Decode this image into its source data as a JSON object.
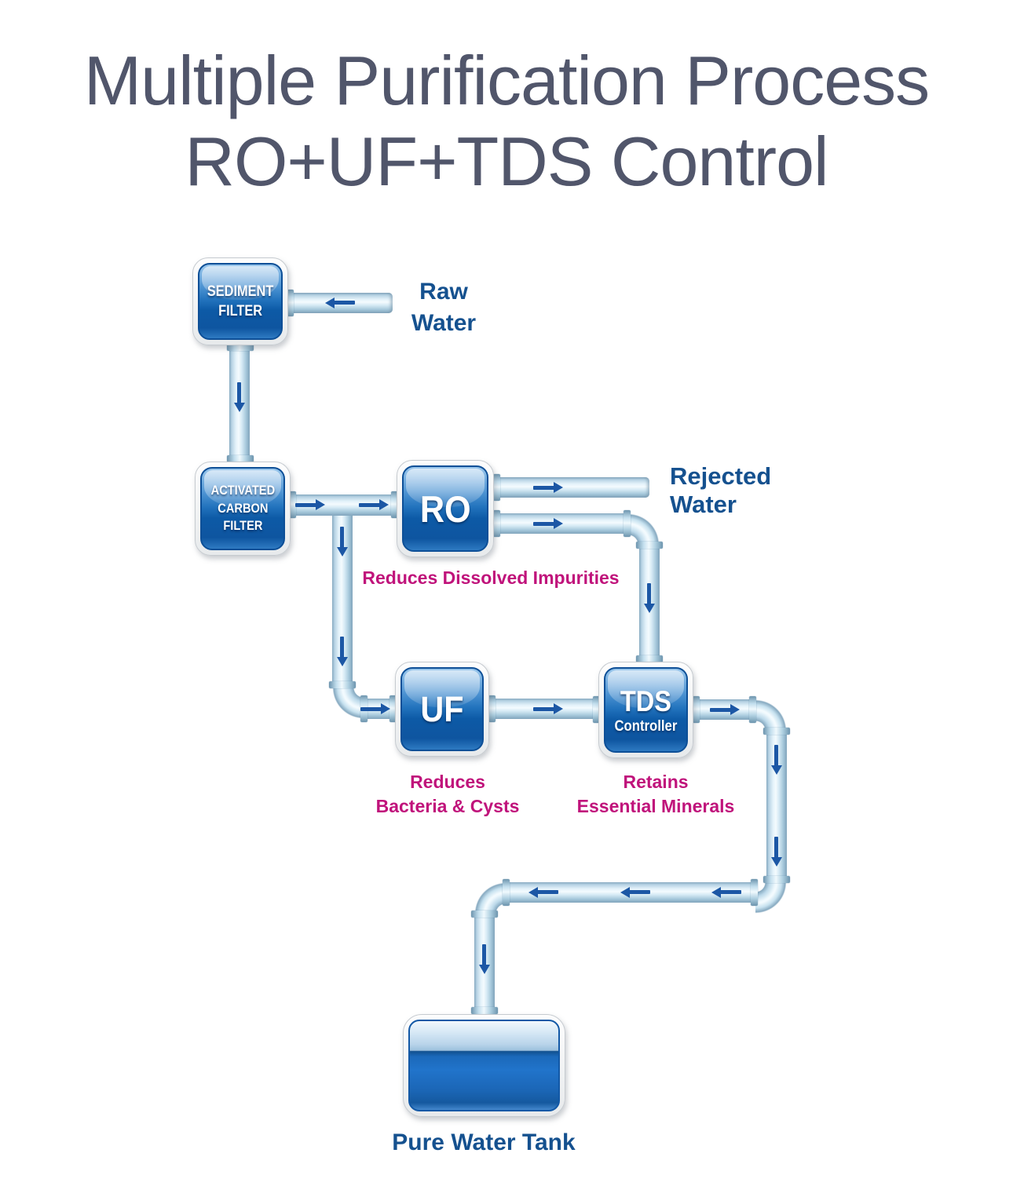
{
  "title": {
    "line1": "Multiple Purification Process",
    "line2": "RO+UF+TDS Control"
  },
  "labels": {
    "raw_water": {
      "line1": "Raw",
      "line2": "Water"
    },
    "rejected_water": {
      "line1": "Rejected",
      "line2": "Water"
    },
    "pure_water_tank": "Pure Water Tank"
  },
  "nodes": {
    "sediment": {
      "line1": "SEDIMENT",
      "line2": "FILTER"
    },
    "carbon": {
      "line1": "ACTIVATED",
      "line2": "CARBON",
      "line3": "FILTER"
    },
    "ro": {
      "label": "RO"
    },
    "uf": {
      "label": "UF"
    },
    "tds": {
      "line1": "TDS",
      "line2": "Controller"
    }
  },
  "captions": {
    "ro": "Reduces Dissolved Impurities",
    "uf": {
      "line1": "Reduces",
      "line2": "Bacteria & Cysts"
    },
    "tds": {
      "line1": "Retains",
      "line2": "Essential Minerals"
    }
  },
  "colors": {
    "title_text": "#51566b",
    "water_label_blue": "#15518f",
    "caption_magenta": "#c0137b",
    "arrow_navy": "#1c57a5",
    "box_blue_dark": "#0d5aa6",
    "box_blue_light": "#9ac7ec",
    "pipe_blue": "#cfe6f2"
  }
}
